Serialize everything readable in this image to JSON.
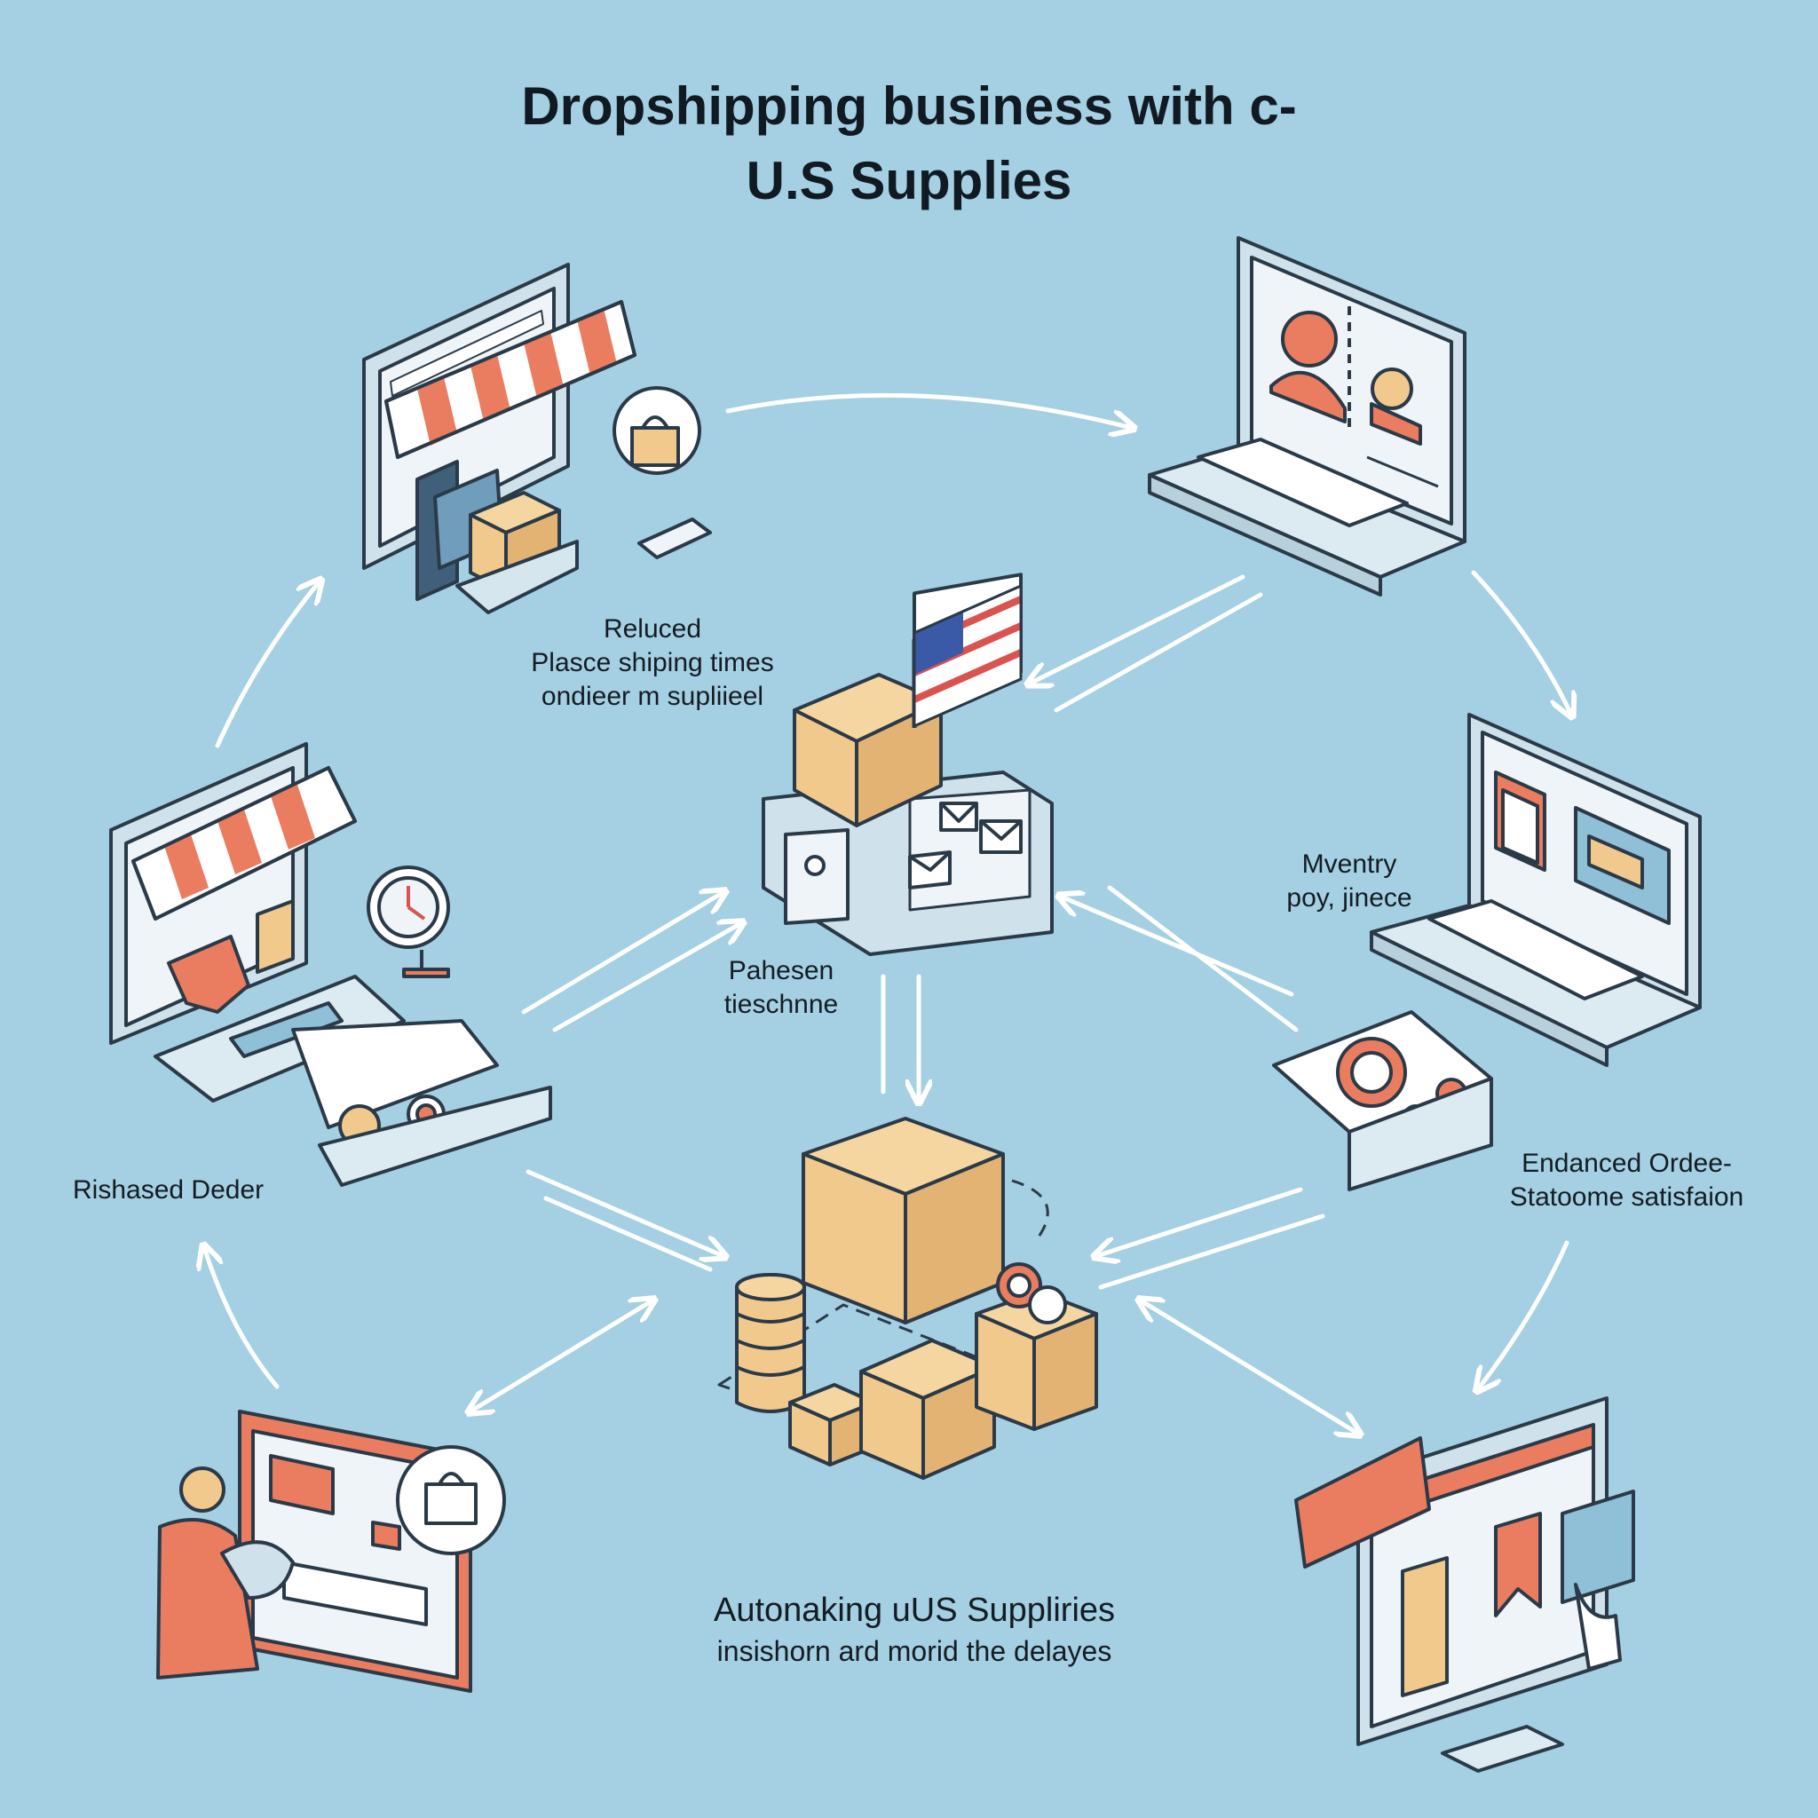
{
  "title": {
    "line1": "Dropshipping business with c-",
    "line2": "U.S Supplies"
  },
  "labels": {
    "top_center": [
      "Reluced",
      "Plasce shiping times",
      "ondieer m supliieel"
    ],
    "center": [
      "Pahesen",
      "tieschnne"
    ],
    "right_middle": [
      "Mventry",
      "poy, jinece"
    ],
    "left_middle": "Rishased Deder",
    "right_lower": [
      "Endanced Ordee-",
      "Statoome satisfaion"
    ],
    "bottom_center": [
      "Autonaking uUS Suppliries",
      "insishorn ard morid the delayes"
    ]
  },
  "colors": {
    "background": "#a5cfe2",
    "accent": "#ea7c5f",
    "box": "#f2c98d",
    "line": "#2b3a48",
    "screen": "#eef4f7",
    "arrow": "#ffffff"
  }
}
